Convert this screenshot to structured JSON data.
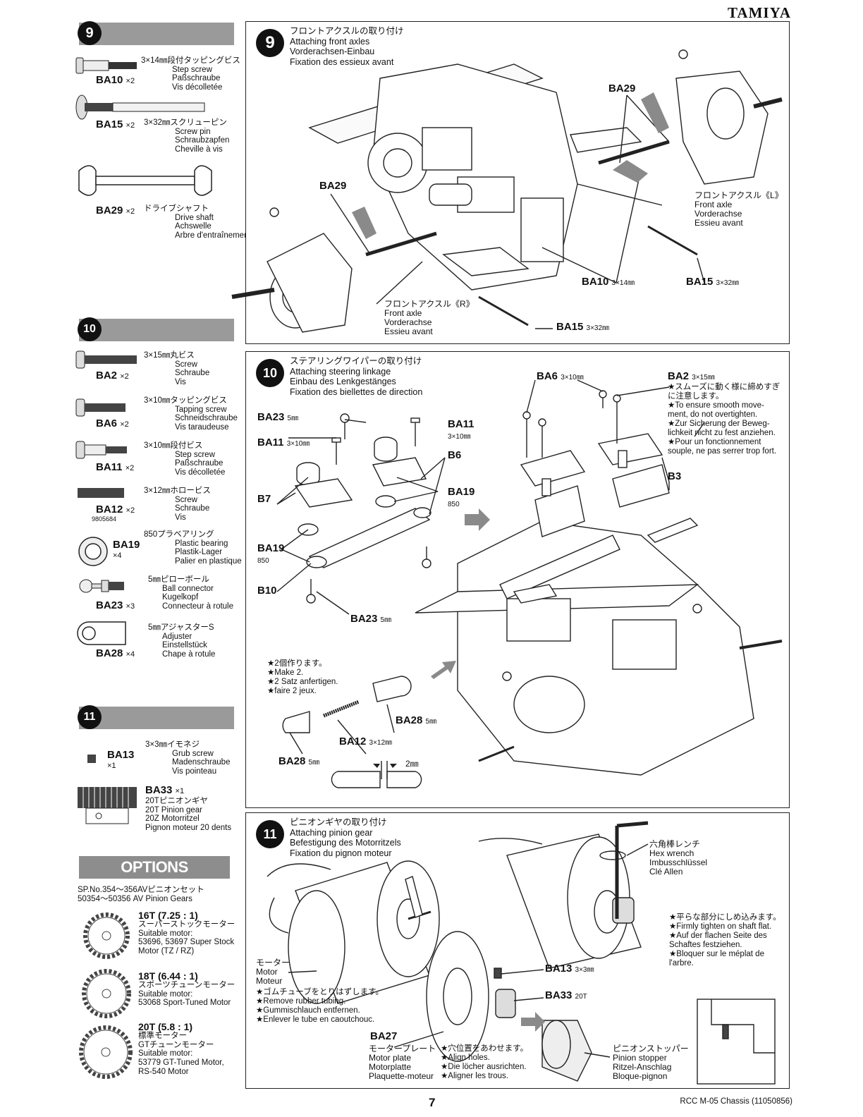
{
  "brand": "TAMIYA",
  "sidebar": {
    "step9": {
      "number": "9",
      "parts": [
        {
          "code": "BA10",
          "qty": "×2",
          "lines": [
            "3×14㎜段付タッピングビス",
            "Step screw",
            "Paßschraube",
            "Vis décolletée"
          ]
        },
        {
          "code": "BA15",
          "qty": "×2",
          "lines": [
            "3×32㎜スクリューピン",
            "Screw pin",
            "Schraubzapfen",
            "Cheville à vis"
          ]
        },
        {
          "code": "BA29",
          "qty": "×2",
          "lines": [
            "ドライブシャフト",
            "Drive shaft",
            "Achswelle",
            "Arbre d'entraînement"
          ]
        }
      ]
    },
    "step10": {
      "number": "10",
      "parts": [
        {
          "code": "BA2",
          "qty": "×2",
          "lines": [
            "3×15㎜丸ビス",
            "Screw",
            "Schraube",
            "Vis"
          ]
        },
        {
          "code": "BA6",
          "qty": "×2",
          "lines": [
            "3×10㎜タッピングビス",
            "Tapping screw",
            "Schneidschraube",
            "Vis taraudeuse"
          ]
        },
        {
          "code": "BA11",
          "qty": "×2",
          "lines": [
            "3×10㎜段付ビス",
            "Step screw",
            "Paßschraube",
            "Vis décolletée"
          ]
        },
        {
          "code": "BA12",
          "qty": "×2",
          "sub": "9805684",
          "lines": [
            "3×12㎜ホロービス",
            "Screw",
            "Schraube",
            "Vis"
          ]
        },
        {
          "code": "BA19",
          "qty": "×4",
          "lines": [
            "850プラベアリング",
            "Plastic bearing",
            "Plastik-Lager",
            "Palier en plastique"
          ]
        },
        {
          "code": "BA23",
          "qty": "×3",
          "lines": [
            "5㎜ピローボール",
            "Ball connector",
            "Kugelkopf",
            "Connecteur à rotule"
          ]
        },
        {
          "code": "BA28",
          "qty": "×4",
          "lines": [
            "5㎜アジャスターS",
            "Adjuster",
            "Einstellstück",
            "Chape à rotule"
          ]
        }
      ]
    },
    "step11": {
      "number": "11",
      "parts": [
        {
          "code": "BA13",
          "qty": "×1",
          "lines": [
            "3×3㎜イモネジ",
            "Grub screw",
            "Madenschraube",
            "Vis pointeau"
          ]
        },
        {
          "code": "BA33",
          "qty": "×1",
          "lines": [
            "20Tピニオンギヤ",
            "20T Pinion gear",
            "20Z Motorritzel",
            "Pignon moteur 20 dents"
          ]
        }
      ]
    },
    "options": {
      "title": "OPTIONS",
      "header": [
        "SP.No.354〜356AVピニオンセット",
        "50354〜50356 AV Pinion Gears"
      ],
      "gears": [
        {
          "title": "16T  (7.25 : 1)",
          "lines": [
            "スーパーストックモーター",
            "Suitable motor:",
            "53696, 53697 Super Stock",
            "Motor (TZ / RZ)"
          ]
        },
        {
          "title": "18T  (6.44 : 1)",
          "lines": [
            "スポーツチューンモーター",
            "Suitable motor:",
            "53068 Sport-Tuned Motor"
          ]
        },
        {
          "title": "20T  (5.8 : 1)",
          "lines": [
            "標準モーター",
            "GTチューンモーター",
            "Suitable motor:",
            "53779 GT-Tuned Motor,",
            "RS-540 Motor"
          ]
        }
      ]
    }
  },
  "panels": {
    "p9": {
      "number": "9",
      "title": [
        "フロントアクスルの取り付け",
        "Attaching front axles",
        "Vorderachsen-Einbau",
        "Fixation des essieux avant"
      ],
      "labels": {
        "ba29_top": "BA29",
        "ba29_left": "BA29",
        "front_axle_l": [
          "フロントアクスル《L》",
          "Front axle",
          "Vorderachse",
          "Essieu avant"
        ],
        "front_axle_r": [
          "フロントアクスル《R》",
          "Front axle",
          "Vorderachse",
          "Essieu avant"
        ],
        "ba10": "BA10",
        "ba10_size": "3×14㎜",
        "ba15_right": "BA15",
        "ba15_right_size": "3×32㎜",
        "ba15_bottom": "BA15",
        "ba15_bottom_size": "3×32㎜"
      }
    },
    "p10": {
      "number": "10",
      "title": [
        "ステアリングワイパーの取り付け",
        "Attaching steering linkage",
        "Einbau des Lenkgestänges",
        "Fixation des biellettes de direction"
      ],
      "labels": {
        "ba6": "BA6",
        "ba6_size": "3×10㎜",
        "ba2": "BA2",
        "ba2_size": "3×15㎜",
        "ba23_top": "BA23",
        "ba23_top_size": "5㎜",
        "ba11_left": "BA11",
        "ba11_left_size": "3×10㎜",
        "ba11_mid": "BA11",
        "ba11_mid_size": "3×10㎜",
        "b6": "B6",
        "b7": "B7",
        "b3": "B3",
        "b10": "B10",
        "ba19_mid": "BA19",
        "ba19_mid_sub": "850",
        "ba19_left": "BA19",
        "ba19_left_sub": "850",
        "ba23_bottom": "BA23",
        "ba23_bottom_size": "5㎜",
        "ba28_mid": "BA28",
        "ba28_mid_size": "5㎜",
        "ba12": "BA12",
        "ba12_size": "3×12㎜",
        "ba28_left": "BA28",
        "ba28_left_size": "5㎜",
        "gap": "2㎜"
      },
      "note_tight": [
        "★スムーズに動く様に締めすぎ",
        "に注意します。",
        "★To  ensure  smooth  move-",
        "ment, do not overtighten.",
        "★Zur Sicherung der Beweg-",
        "lichkeit nicht zu fest anziehen.",
        "★Pour  un  fonctionnement",
        "souple, ne pas serrer trop fort."
      ],
      "note_make2": [
        "★2個作ります。",
        "★Make 2.",
        "★2 Satz anfertigen.",
        "★faire 2 jeux."
      ]
    },
    "p11": {
      "number": "11",
      "title": [
        "ピニオンギヤの取り付け",
        "Attaching pinion gear",
        "Befestigung des Motorritzels",
        "Fixation du pignon moteur"
      ],
      "labels": {
        "hex": [
          "六角棒レンチ",
          "Hex wrench",
          "Imbusschlüssel",
          "Clé Allen"
        ],
        "flat": [
          "★平らな部分にしめ込みます。",
          "★Firmly tighten on shaft flat.",
          "★Auf  der  flachen  Seite  des",
          "Schaftes festziehen.",
          "★Bloquer  sur  le  méplat  de",
          "l'arbre."
        ],
        "motor": [
          "モーター",
          "Motor",
          "Moteur"
        ],
        "ba13": "BA13",
        "ba13_size": "3×3㎜",
        "ba33": "BA33",
        "ba33_size": "20T",
        "tube": [
          "★ゴムチューブをとりはずします。",
          "★Remove rubber tubing.",
          "★Gummischlauch entfernen.",
          "★Enlever le tube en caoutchouc."
        ],
        "ba27": "BA27",
        "plate": [
          "モータープレート",
          "Motor plate",
          "Motorplatte",
          "Plaquette-moteur"
        ],
        "align": [
          "★穴位置をあわせます。",
          "★Align holes.",
          "★Die löcher ausrichten.",
          "★Aligner les trous."
        ],
        "stopper": [
          "ピニオンストッパー",
          "Pinion stopper",
          "Ritzel-Anschlag",
          "Bloque-pignon"
        ]
      }
    }
  },
  "footer": {
    "page": "7",
    "code": "RCC M-05 Chassis (11050856)"
  }
}
